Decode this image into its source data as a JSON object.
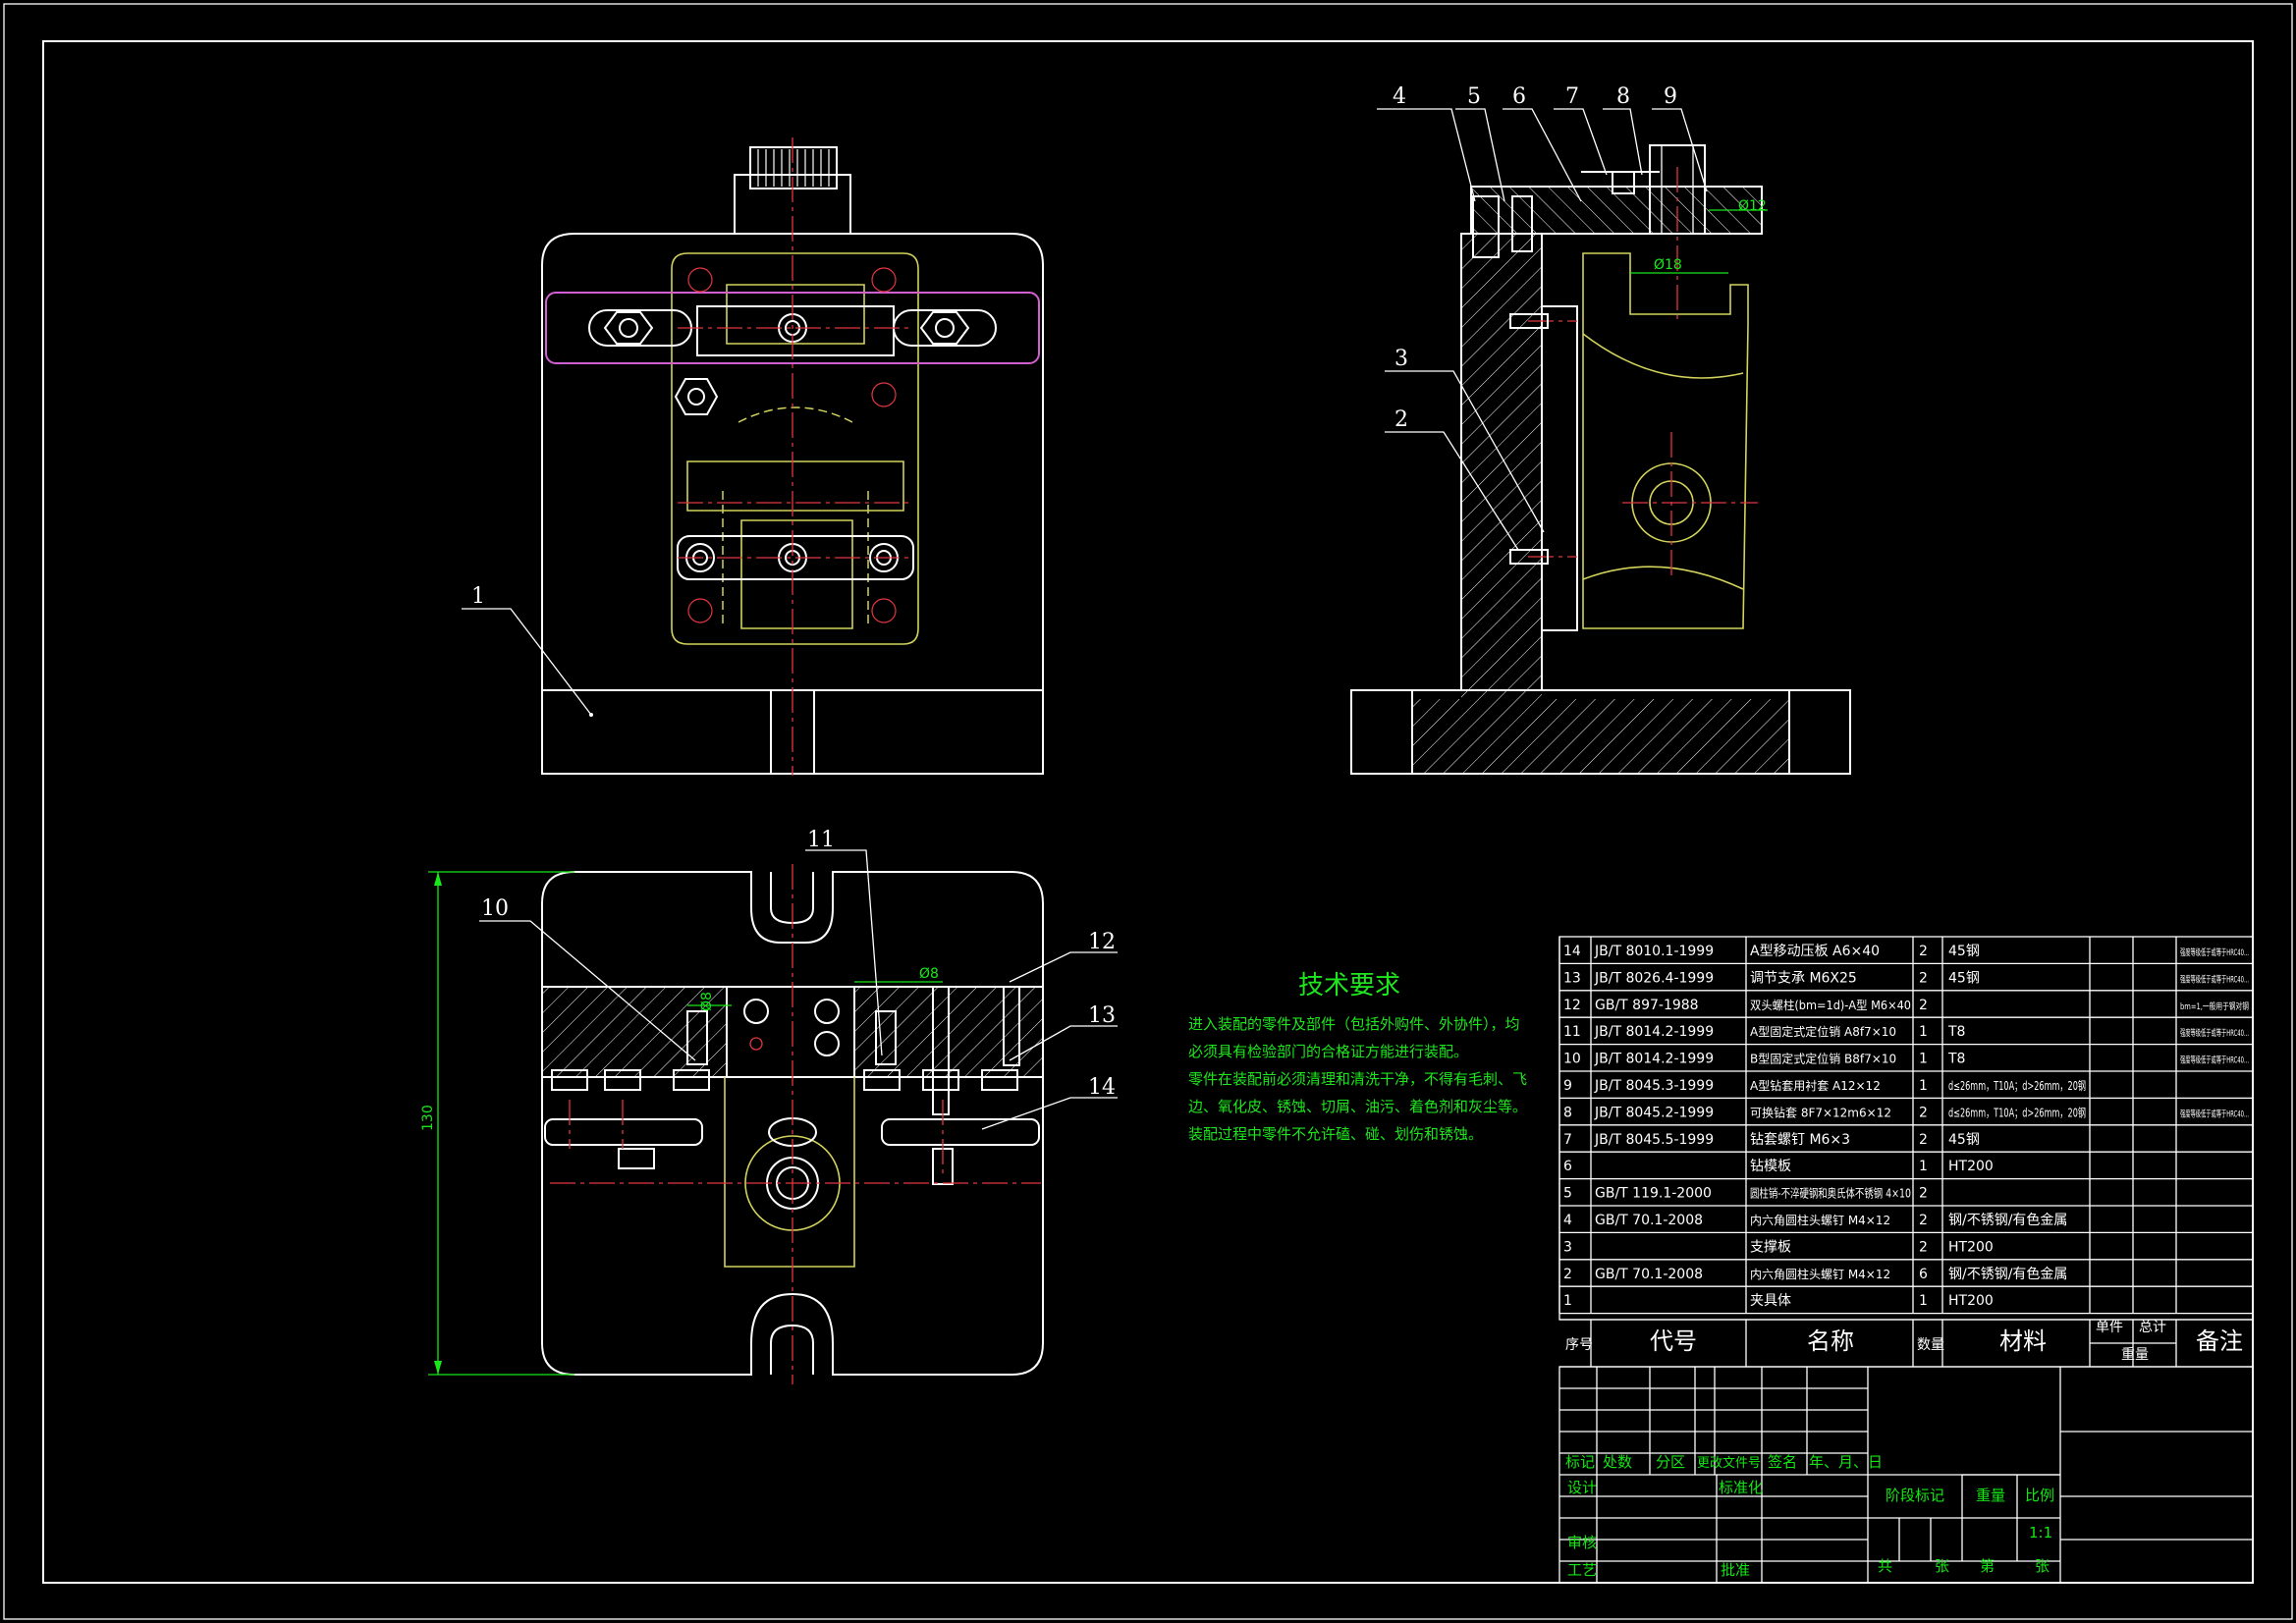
{
  "balloons": {
    "b1": "1",
    "b2": "2",
    "b3": "3",
    "b4": "4",
    "b5": "5",
    "b6": "6",
    "b7": "7",
    "b8": "8",
    "b9": "9",
    "b10": "10",
    "b11": "11",
    "b12": "12",
    "b13": "13",
    "b14": "14"
  },
  "dimensions": {
    "phi12": "Ø12",
    "phi18": "Ø18",
    "phi8a": "Ø8",
    "phi8b": "Ø8",
    "overall_130": "130"
  },
  "technical_requirements": {
    "title": "技术要求",
    "lines": [
      "进入装配的零件及部件（包括外购件、外协件），均",
      "必须具有检验部门的合格证方能进行装配。",
      "零件在装配前必须清理和清洗干净，不得有毛刺、飞",
      "边、氧化皮、锈蚀、切屑、油污、着色剂和灰尘等。",
      "装配过程中零件不允许磕、碰、划伤和锈蚀。"
    ]
  },
  "bom": {
    "rows": [
      {
        "no": "14",
        "code": "JB/T 8010.1-1999",
        "name": "A型移动压板 A6×40",
        "qty": "2",
        "material": "45钢",
        "note": "强度等级低于或等于HRC40..."
      },
      {
        "no": "13",
        "code": "JB/T 8026.4-1999",
        "name": "调节支承 M6X25",
        "qty": "2",
        "material": "45钢",
        "note": "强度等级低于或等于HRC40..."
      },
      {
        "no": "12",
        "code": "GB/T 897-1988",
        "name": "双头螺柱(bm=1d)-A型 M6×40",
        "qty": "2",
        "material": "",
        "note": "bm=1,一般用于钢对钢"
      },
      {
        "no": "11",
        "code": "JB/T 8014.2-1999",
        "name": "A型固定式定位销 A8f7×10",
        "qty": "1",
        "material": "T8",
        "note": "强度等级低于或等于HRC40..."
      },
      {
        "no": "10",
        "code": "JB/T 8014.2-1999",
        "name": "B型固定式定位销 B8f7×10",
        "qty": "1",
        "material": "T8",
        "note": "强度等级低于或等于HRC40..."
      },
      {
        "no": "9",
        "code": "JB/T 8045.3-1999",
        "name": "A型钻套用衬套 A12×12",
        "qty": "1",
        "material": "d≤26mm，T10A；d>26mm，20钢",
        "note": ""
      },
      {
        "no": "8",
        "code": "JB/T 8045.2-1999",
        "name": "可换钻套 8F7×12m6×12",
        "qty": "2",
        "material": "d≤26mm，T10A；d>26mm，20钢",
        "note": "强度等级低于或等于HRC40..."
      },
      {
        "no": "7",
        "code": "JB/T 8045.5-1999",
        "name": "钻套螺钉 M6×3",
        "qty": "2",
        "material": "45钢",
        "note": ""
      },
      {
        "no": "6",
        "code": "",
        "name": "钻模板",
        "qty": "1",
        "material": "HT200",
        "note": ""
      },
      {
        "no": "5",
        "code": "GB/T 119.1-2000",
        "name": "圆柱销-不淬硬钢和奥氏体不锈钢 4×10",
        "qty": "2",
        "material": "",
        "note": ""
      },
      {
        "no": "4",
        "code": "GB/T 70.1-2008",
        "name": "内六角圆柱头螺钉 M4×12",
        "qty": "2",
        "material": "钢/不锈钢/有色金属",
        "note": ""
      },
      {
        "no": "3",
        "code": "",
        "name": "支撑板",
        "qty": "2",
        "material": "HT200",
        "note": ""
      },
      {
        "no": "2",
        "code": "GB/T 70.1-2008",
        "name": "内六角圆柱头螺钉 M4×12",
        "qty": "6",
        "material": "钢/不锈钢/有色金属",
        "note": ""
      },
      {
        "no": "1",
        "code": "",
        "name": "夹具体",
        "qty": "1",
        "material": "HT200",
        "note": ""
      }
    ],
    "header": {
      "no": "序号",
      "code": "代号",
      "name": "名称",
      "qty": "数量",
      "material": "材料",
      "unit": "单件",
      "total": "总计",
      "weight": "重量",
      "note": "备注"
    }
  },
  "title_block": {
    "mark": "标记",
    "count": "处数",
    "zone": "分区",
    "change_doc": "更改文件号",
    "sign": "签名",
    "date": "年、月、日",
    "design": "设计",
    "standardize": "标准化",
    "stage_mark": "阶段标记",
    "weight": "重量",
    "scale": "比例",
    "scale_value": "1:1",
    "check": "审核",
    "process": "工艺",
    "approve": "批准",
    "total_sheets": "共",
    "sheets_unit": "张",
    "sheet_no": "第",
    "sheet_unit2": "张"
  }
}
